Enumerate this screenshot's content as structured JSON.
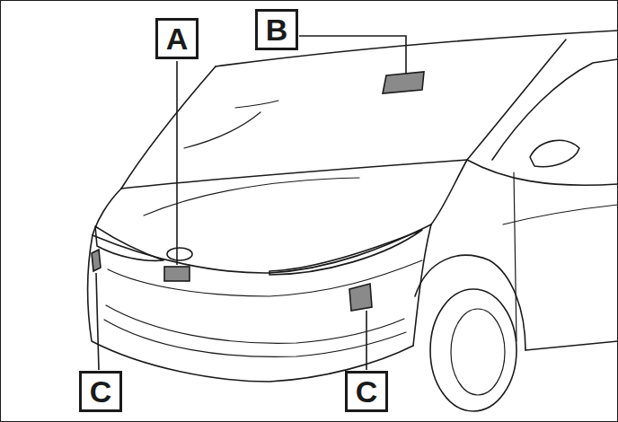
{
  "diagram": {
    "nodes": [
      {
        "text": [
          "A"
        ]
      },
      {
        "text": [
          "B"
        ]
      },
      {
        "text": [
          "C"
        ]
      },
      {
        "text": [
          "C"
        ]
      }
    ]
  }
}
